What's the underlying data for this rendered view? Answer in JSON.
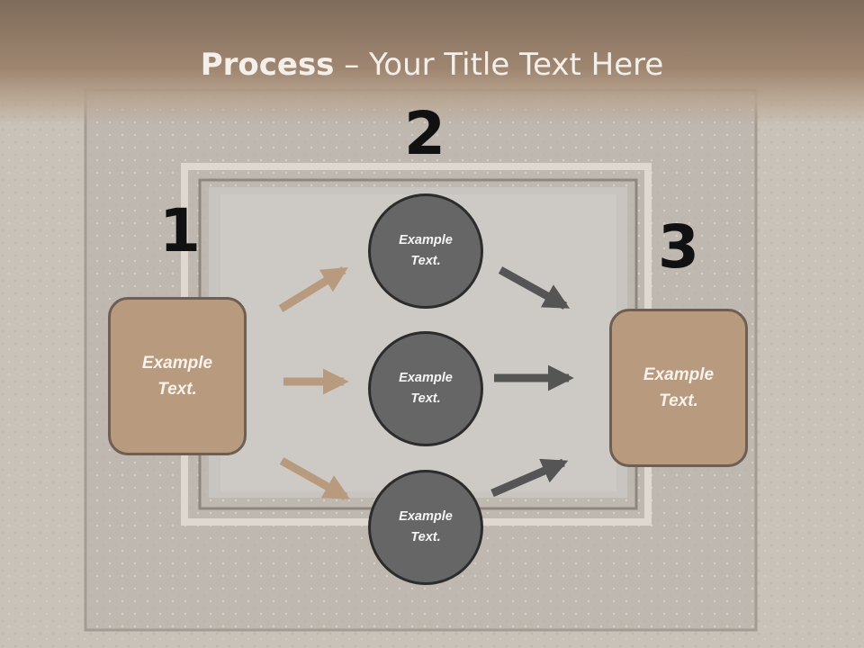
{
  "title": {
    "bold": "Process",
    "rest": " – Your Title Text Here"
  },
  "steps": [
    {
      "number": "1",
      "text": "Example\nText."
    },
    {
      "number": "2",
      "text": "Example\nText."
    },
    {
      "number": "3",
      "text": "Example\nText."
    }
  ],
  "circles": [
    {
      "text": "Example\nText."
    },
    {
      "text": "Example\nText."
    },
    {
      "text": "Example\nText."
    }
  ],
  "colors": {
    "header": "#9f8671",
    "title_text": "#f4efe9",
    "box_fill": "#b89a7e",
    "box_border": "#6f5f52",
    "circle_fill": "#666666",
    "circle_border": "#2c2c2c",
    "arrow_tan": "#b89a7e",
    "arrow_dark": "#555555",
    "numbers": "#111111"
  }
}
